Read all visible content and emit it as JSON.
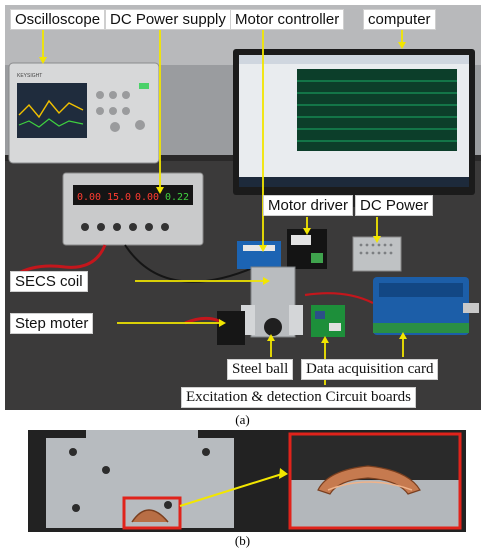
{
  "panel_a": {
    "caption": "(a)",
    "labels": {
      "oscilloscope": "Oscilloscope",
      "dc_power_supply": "DC Power supply",
      "motor_controller": "Motor controller",
      "computer": "computer",
      "motor_driver": "Motor driver",
      "dc_power": "DC Power",
      "secs_coil": "SECS coil",
      "step_moter": "Step moter",
      "steel_ball": "Steel ball",
      "data_acquisition_card": "Data acquisition card",
      "circuit_boards": "Excitation & detection Circuit boards"
    },
    "oscilloscope_brand": "KEYSIGHT",
    "psu_readout": [
      "0.00",
      "15.0",
      "0.00",
      "0.22"
    ]
  },
  "panel_b": {
    "caption": "(b)"
  },
  "colors": {
    "arrow": "#f2e600",
    "highlight_box": "#e0231b"
  }
}
